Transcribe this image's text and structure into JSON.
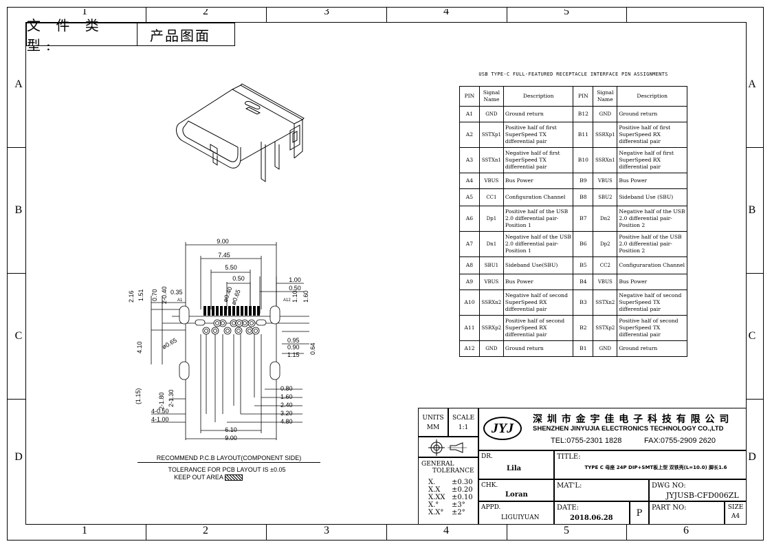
{
  "doc_type": {
    "label": "文 件 类 型:",
    "value": "产品图面"
  },
  "zones": {
    "cols": [
      "1",
      "2",
      "3",
      "4",
      "5",
      "6"
    ],
    "rows": [
      "A",
      "B",
      "C",
      "D"
    ]
  },
  "pin_table": {
    "title": "USB TYPE-C FULL-FEATURED RECEPTACLE INTERFACE PIN ASSIGNMENTS",
    "headers": [
      "PIN",
      "Signal Name",
      "Description",
      "PIN",
      "Signal Name",
      "Description"
    ],
    "rows": [
      [
        "A1",
        "GND",
        "Ground return",
        "B12",
        "GND",
        "Ground return"
      ],
      [
        "A2",
        "SSTXp1",
        "Positive half of first SuperSpeed TX differential pair",
        "B11",
        "SSRXp1",
        "Positive half of first SuperSpeed RX differential pair"
      ],
      [
        "A3",
        "SSTXn1",
        "Negative half of first SuperSpeed TX differential pair",
        "B10",
        "SSRXn1",
        "Negative half of first SuperSpeed RX differential pair"
      ],
      [
        "A4",
        "VBUS",
        "Bus Power",
        "B9",
        "VBUS",
        "Bus Power"
      ],
      [
        "A5",
        "CC1",
        "Configuration Channel",
        "B8",
        "SBU2",
        "Sideband Use (SBU)"
      ],
      [
        "A6",
        "Dp1",
        "Positive half of the USB 2.0 differential pair-Position 1",
        "B7",
        "Dn2",
        "Negative half of the USB 2.0 differential pair-Position 2"
      ],
      [
        "A7",
        "Dn1",
        "Negative half of the USB 2.0 differential pair-Position 1",
        "B6",
        "Dp2",
        "Positive half of the USB 2.0 differential pair-Position 2"
      ],
      [
        "A8",
        "SBU1",
        "Sideband Use(SBU)",
        "B5",
        "CC2",
        "Configuraration Channel"
      ],
      [
        "A9",
        "VBUS",
        "Bus Power",
        "B4",
        "VBUS",
        "Bus Power"
      ],
      [
        "A10",
        "SSRXn2",
        "Negative half of second SuperSpeed RX differential pair",
        "B3",
        "SSTXn2",
        "Negative half of second SuperSpeed TX differential pair"
      ],
      [
        "A11",
        "SSRXp2",
        "Positive half of second SuperSpeed RX differential pair",
        "B2",
        "SSTXp2",
        "Positive half of second SuperSpeed TX differential pair"
      ],
      [
        "A12",
        "GND",
        "Ground return",
        "B1",
        "GND",
        "Ground return"
      ]
    ]
  },
  "pcb_dims": {
    "top": [
      "9.00",
      "7.45",
      "5.50",
      "0.50",
      "1.00",
      "0.50"
    ],
    "left_vert": [
      "2.16",
      "1.51",
      "0.70",
      "2-0.40",
      "0.35"
    ],
    "center_vert": [
      "ø0.40",
      "ø0.65"
    ],
    "right_vert": [
      "1.10",
      "1.60"
    ],
    "left_mid": [
      "4.10",
      "ø0.65"
    ],
    "right_mid": [
      "0.95",
      "0.90",
      "1.15",
      "0.64"
    ],
    "lower_left": [
      "(1.15)",
      "2-1.80",
      "2-1.30",
      "4-0.50",
      "4-1.00"
    ],
    "right_lower": [
      "0.80",
      "1.60",
      "2.40",
      "3.20",
      "4.80"
    ],
    "bottom": [
      "6.10",
      "9.00"
    ],
    "pin_marks": [
      "A1",
      "A12"
    ]
  },
  "notes": {
    "layout_title": "RECOMMEND P.C.B LAYOUT(COMPONENT SIDE)",
    "tolerance": "TOLERANCE FOR PCB LAYOUT IS ±0.05",
    "keepout": "KEEP OUT AREA"
  },
  "title_block": {
    "units_label": "UNITS",
    "units_value": "MM",
    "scale_label": "SCALE",
    "scale_value": "1:1",
    "logo": "JYJ",
    "company_cn": "深 圳 市 金 宇 佳 电 子 科 技 有 限 公 司",
    "company_en": "SHENZHEN JINYUJIA ELECTRONICS TECHNOLOGY CO.,LTD",
    "tel": "TEL:0755-2301 1828",
    "fax": "FAX:0755-2909 2620",
    "general_tol_1": "GENERAL",
    "general_tol_2": "TOLERANCE",
    "tol_rows": [
      [
        "X.",
        "±0.30"
      ],
      [
        "X.X",
        "±0.20"
      ],
      [
        "X.XX",
        "±0.10"
      ],
      [
        "X.°",
        "±3°"
      ],
      [
        "X.X°",
        "±2°"
      ]
    ],
    "dr_label": "DR.",
    "dr_value": "Lila",
    "chk_label": "CHK.",
    "chk_value": "Loran",
    "appd_label": "APPD.",
    "appd_value": "LIGUIYUAN",
    "title_label": "TITLE:",
    "title_value": "TYPE C 母座 24P DIP+SMT板上型 双铁壳(L=10.0) 脚长1.6",
    "mat_label": "MAT'L:",
    "dwg_label": "DWG NO:",
    "dwg_value": "JYJUSB-CFD006ZL",
    "date_label": "DATE:",
    "date_value": "2018.06.28",
    "p_mark": "P",
    "part_label": "PART NO:",
    "size_label": "SIZE",
    "size_value": "A4"
  }
}
